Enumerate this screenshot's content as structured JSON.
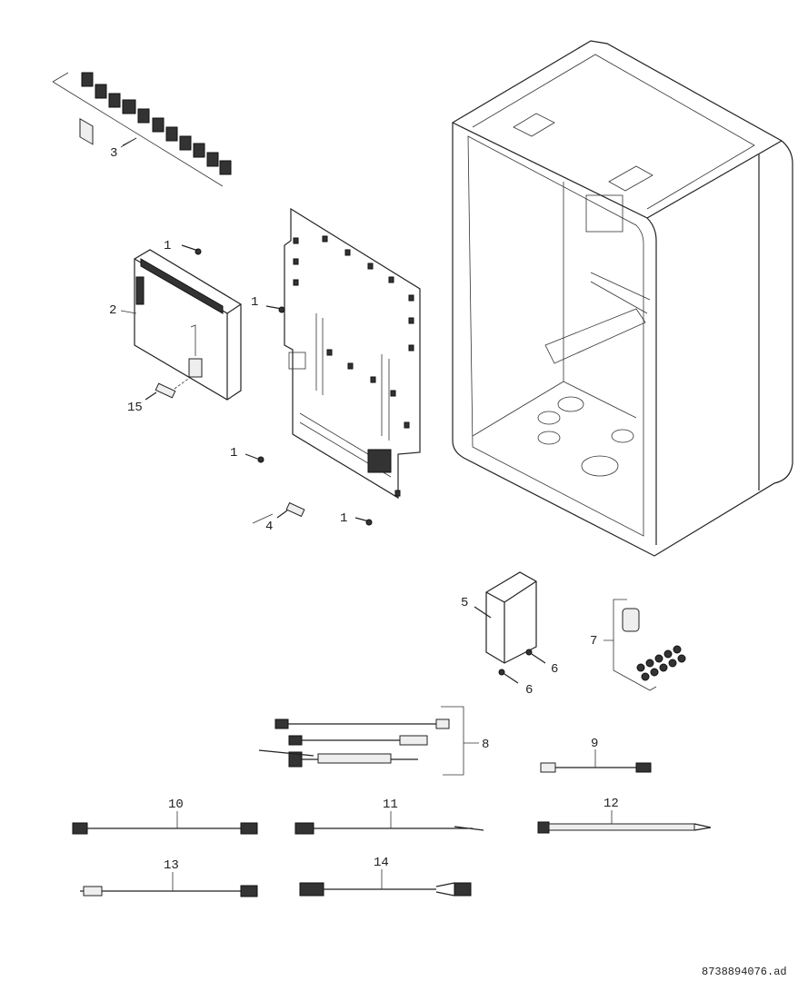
{
  "labels": {
    "p1a": "1",
    "p1b": "1",
    "p1c": "1",
    "p1d": "1",
    "p2": "2",
    "p3": "3",
    "p4": "4",
    "p5": "5",
    "p6a": "6",
    "p6b": "6",
    "p7": "7",
    "p8": "8",
    "p9": "9",
    "p10": "10",
    "p11": "11",
    "p12": "12",
    "p13": "13",
    "p14": "14",
    "p15": "15"
  },
  "drawing_code": "8738894076.ad"
}
